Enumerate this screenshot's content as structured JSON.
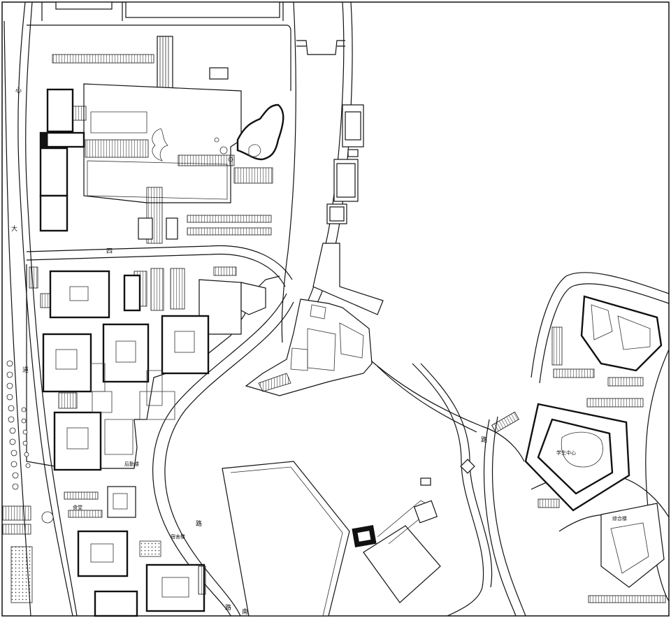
{
  "labels": {
    "road_left_1": "心",
    "road_left_2": "大",
    "road_left_3": "道",
    "road_mid_1": "四",
    "road_mid_2": "路",
    "road_right_1": "路",
    "road_bottom_1": "路",
    "road_bottom_2": "南",
    "building_a": "后勤楼",
    "building_b": "食堂",
    "building_c": "宿舍楼",
    "building_d": "学生中心",
    "building_e": "综合楼"
  },
  "colors": {
    "line": "#111111",
    "background": "#ffffff"
  }
}
